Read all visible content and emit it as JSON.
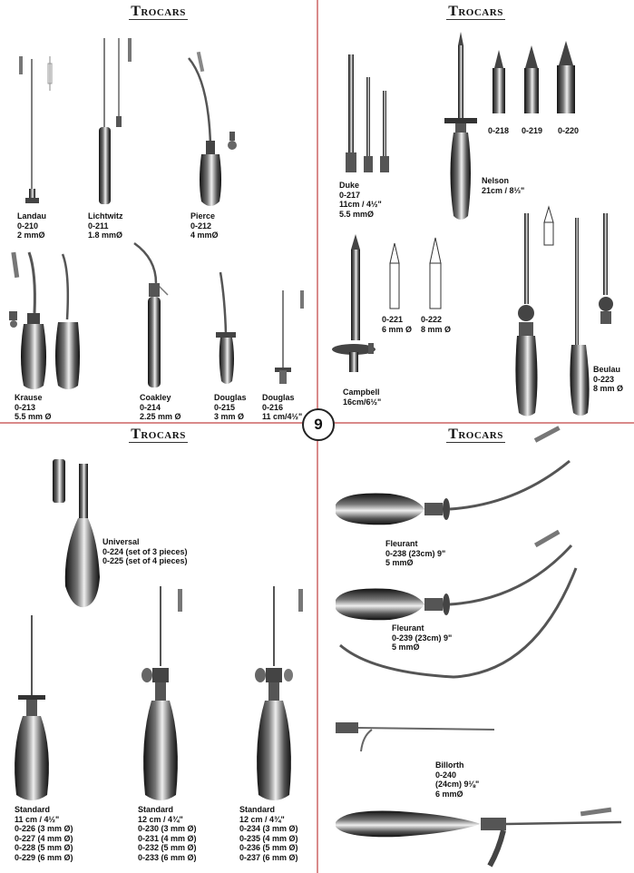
{
  "page_number": "9",
  "sections": [
    {
      "title": "Trocars",
      "items": [
        {
          "name": "Landau",
          "code": "0-210",
          "size": "2 mmØ"
        },
        {
          "name": "Lichtwitz",
          "code": "0-211",
          "size": "1.8 mmØ"
        },
        {
          "name": "Pierce",
          "code": "0-212",
          "size": "4 mmØ"
        },
        {
          "name": "Krause",
          "code": "0-213",
          "size": "5.5 mm Ø"
        },
        {
          "name": "Coakley",
          "code": "0-214",
          "size": "2.25 mm Ø"
        },
        {
          "name": "Douglas",
          "code": "0-215",
          "size": "3 mm Ø"
        },
        {
          "name": "Douglas",
          "code": "0-216",
          "size": "11 cm/4½\""
        }
      ]
    },
    {
      "title": "Trocars",
      "items": [
        {
          "name": "Duke",
          "code": "0-217",
          "size": "11cm / 4½\"",
          "size2": "5.5 mmØ"
        },
        {
          "code": "0-218"
        },
        {
          "code": "0-219"
        },
        {
          "code": "0-220"
        },
        {
          "name": "Nelson",
          "size": "21cm / 8⅓\""
        },
        {
          "code": "0-221",
          "size": "6 mm Ø"
        },
        {
          "code": "0-222",
          "size": "8 mm Ø"
        },
        {
          "name": "Campbell",
          "size": "16cm/6½\""
        },
        {
          "name": "Beulau",
          "code": "0-223",
          "size": "8 mm Ø"
        }
      ]
    },
    {
      "title": "Trocars",
      "items": [
        {
          "name": "Universal",
          "line1": "0-224 (set of 3 pieces)",
          "line2": "0-225 (set of 4 pieces)"
        },
        {
          "name": "Standard",
          "size": "11 cm / 4½\"",
          "variants": [
            "0-226 (3 mm Ø)",
            "0-227 (4 mm Ø)",
            "0-228 (5 mm Ø)",
            "0-229 (6 mm Ø)"
          ]
        },
        {
          "name": "Standard",
          "size": "12 cm / 4¾\"",
          "variants": [
            "0-230 (3 mm Ø)",
            "0-231 (4 mm Ø)",
            "0-232 (5 mm Ø)",
            "0-233 (6 mm Ø)"
          ]
        },
        {
          "name": "Standard",
          "size": "12 cm / 4¾\"",
          "variants": [
            "0-234 (3 mm Ø)",
            "0-235 (4 mm Ø)",
            "0-236 (5 mm Ø)",
            "0-237 (6 mm Ø)"
          ]
        }
      ]
    },
    {
      "title": "Trocars",
      "items": [
        {
          "name": "Fleurant",
          "code": "0-238 (23cm) 9\"",
          "size": "5 mmØ"
        },
        {
          "name": "Fleurant",
          "code": "0-239 (23cm) 9\"",
          "size": "5 mmØ"
        },
        {
          "name": "Billorth",
          "code": "0-240",
          "size": "(24cm) 9⅛\"",
          "size2": "6 mmØ"
        }
      ]
    }
  ]
}
